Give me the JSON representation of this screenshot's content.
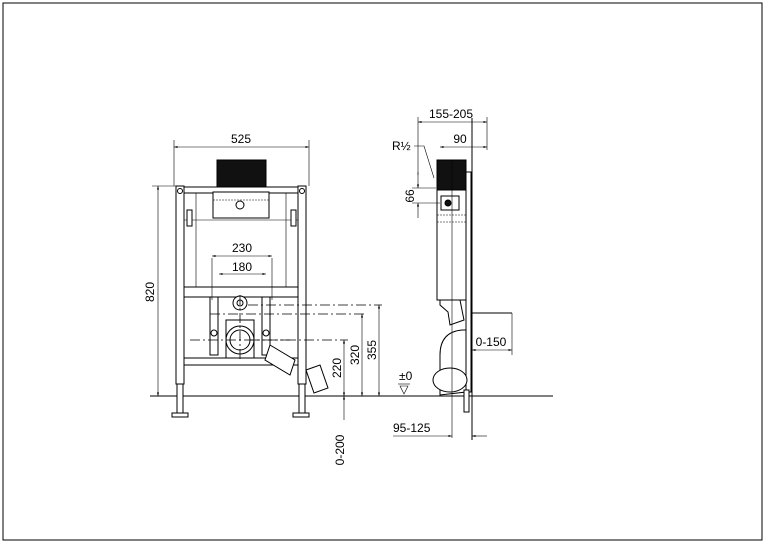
{
  "front_view": {
    "width": "525",
    "height": "820",
    "outer_spacing": "230",
    "inner_spacing": "180",
    "height_355": "355",
    "height_320": "320",
    "height_220": "220",
    "drain_depth": "0-200"
  },
  "side_view": {
    "depth_range": "155-205",
    "depth_90": "90",
    "thread": "R½",
    "height_66": "66",
    "offset_range": "0-150",
    "floor_level": "±0",
    "drain_offset": "95-125"
  }
}
